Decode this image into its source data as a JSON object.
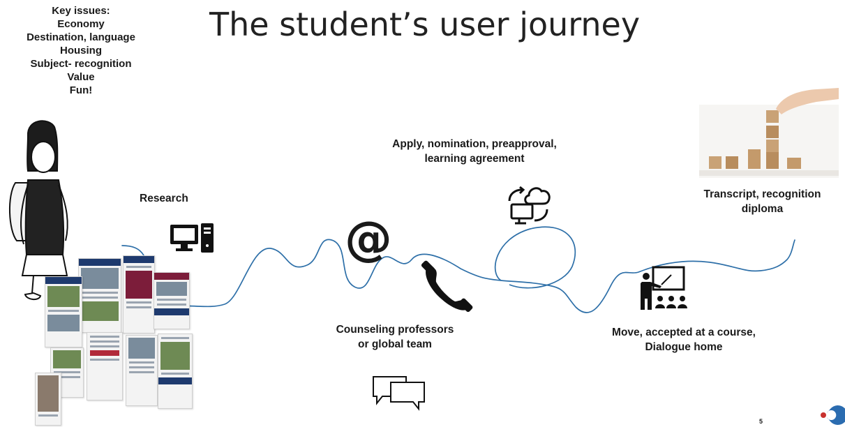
{
  "title": "The student’s user journey",
  "key_issues": [
    "Key issues:",
    "Economy",
    "Destination, language",
    "Housing",
    "Subject- recognition",
    "Value",
    "Fun!"
  ],
  "steps": {
    "research": "Research",
    "apply_line1": "Apply, nomination, preapproval,",
    "apply_line2": "learning agreement",
    "counsel_line1": "Counseling professors",
    "counsel_line2": "or global team",
    "move_line1": "Move, accepted at a course,",
    "move_line2": "Dialogue home",
    "transcript_line1": "Transcript, recognition",
    "transcript_line2": "diploma"
  },
  "at_symbol": "@",
  "page_number": "5",
  "colors": {
    "path": "#2d6fa8",
    "icon": "#111111",
    "logo_blue": "#2b6cb0",
    "logo_red": "#c8322f"
  },
  "icons": [
    "computer-tower-icon",
    "phone-icon",
    "cloud-sync-icon",
    "teacher-presentation-icon",
    "chat-bubbles-icon",
    "brand-logo-icon"
  ]
}
